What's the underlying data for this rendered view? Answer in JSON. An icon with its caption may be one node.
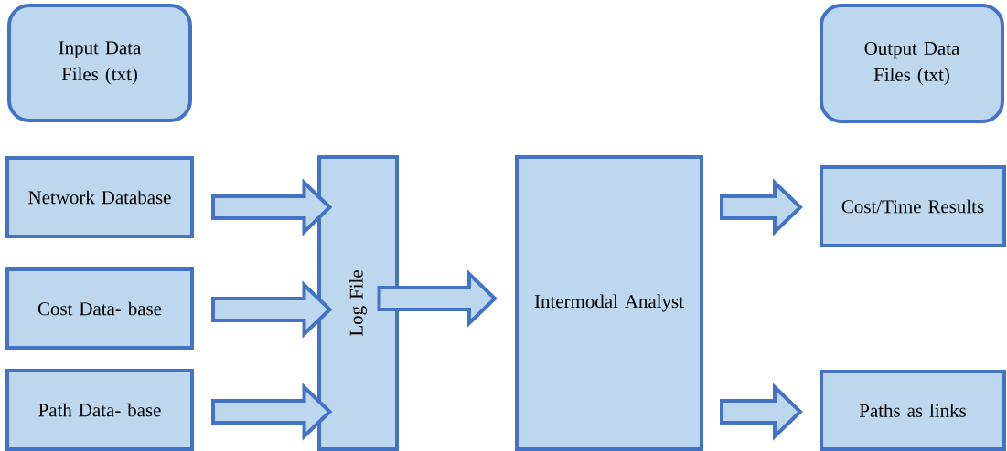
{
  "diagram": {
    "nodes": [
      {
        "text": [
          "Input Data Files (txt)"
        ]
      },
      {
        "text": [
          "Output Data Files (txt)"
        ]
      },
      {
        "text": [
          "Network Database"
        ]
      },
      {
        "text": [
          "Cost Data- base"
        ]
      },
      {
        "text": [
          "Path Data- base"
        ]
      },
      {
        "text": [
          "Log File"
        ]
      },
      {
        "text": [
          "Intermodal Analyst"
        ]
      },
      {
        "text": [
          "Cost/Time Results"
        ]
      },
      {
        "text": [
          "Paths as links"
        ]
      }
    ],
    "edges": [
      {
        "from": 2,
        "to": 5,
        "arrow": "to"
      },
      {
        "from": 3,
        "to": 5,
        "arrow": "to"
      },
      {
        "from": 4,
        "to": 5,
        "arrow": "to"
      },
      {
        "from": 5,
        "to": 6,
        "arrow": "to"
      },
      {
        "from": 6,
        "to": 7,
        "arrow": "to"
      },
      {
        "from": 6,
        "to": 8,
        "arrow": "to"
      }
    ]
  }
}
